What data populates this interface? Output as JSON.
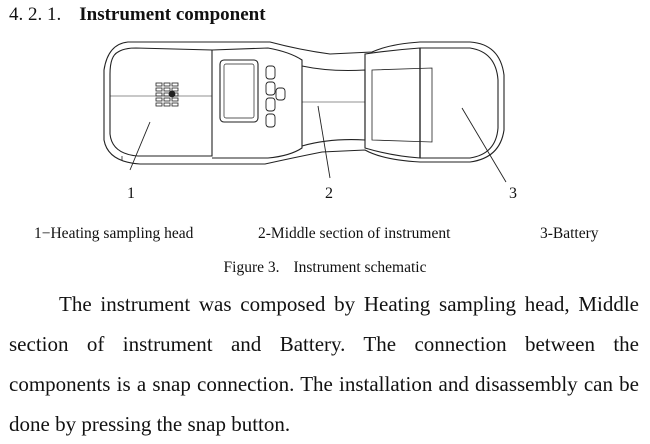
{
  "section": {
    "number": "4. 2. 1.",
    "title": "Instrument component"
  },
  "figure": {
    "callouts": [
      "1",
      "2",
      "3"
    ],
    "legend": [
      "1−Heating sampling head",
      "2-Middle section of instrument",
      "3-Battery"
    ],
    "caption_label": "Figure 3.",
    "caption_text": "Instrument schematic"
  },
  "paragraph": "The instrument was composed by Heating sampling head, Middle section of instrument and Battery. The connection between the components is a snap connection. The installation and disassembly can be done by pressing the snap button."
}
